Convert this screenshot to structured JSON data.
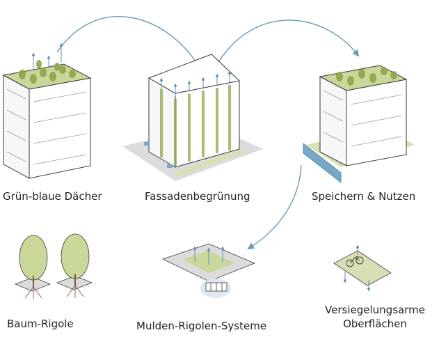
{
  "labels": {
    "green_blue_roofs": "Grün-blaue Dächer",
    "facade_greening": "Fassadenbegrünung",
    "store_use": "Speichern & Nutzen",
    "tree_trench": "Baum-Rigole",
    "swale_trench": "Mulden-Rigolen-Systeme",
    "low_sealing_line1": "Versiegelungsarme",
    "low_sealing_line2": "Oberflächen"
  },
  "colors": {
    "outline": "#3a3a3a",
    "building_fill": "#ffffff",
    "roof_green": "#c9d79b",
    "foliage_dark": "#8fa64a",
    "ground_grey": "#dcdcdc",
    "water_blue": "#7aa8c4",
    "arrow": "#6d9bb5"
  }
}
